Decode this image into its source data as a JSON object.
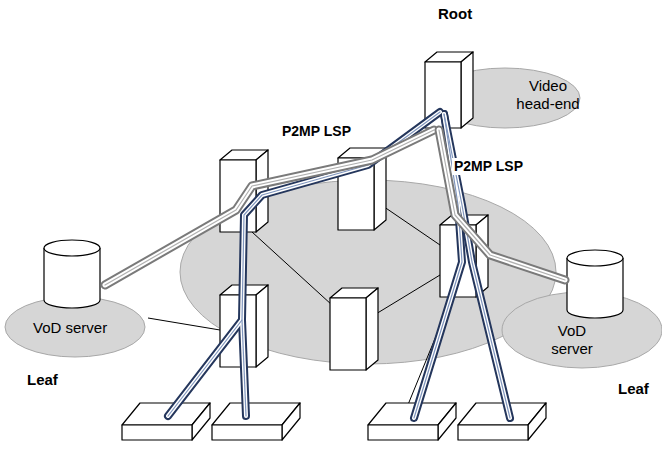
{
  "diagram": {
    "nodes": [
      {
        "text": [
          "Root",
          "Video head-end"
        ]
      },
      {
        "text": [
          "VoD server",
          "Leaf"
        ]
      },
      {
        "text": [
          "VoD server",
          "Leaf"
        ]
      }
    ],
    "edges": [
      {
        "from": 0,
        "to": 1,
        "arrow": "none"
      },
      {
        "from": 0,
        "to": 2,
        "arrow": "none"
      }
    ],
    "labels": [
      "P2MP LSP",
      "P2MP LSP"
    ]
  }
}
